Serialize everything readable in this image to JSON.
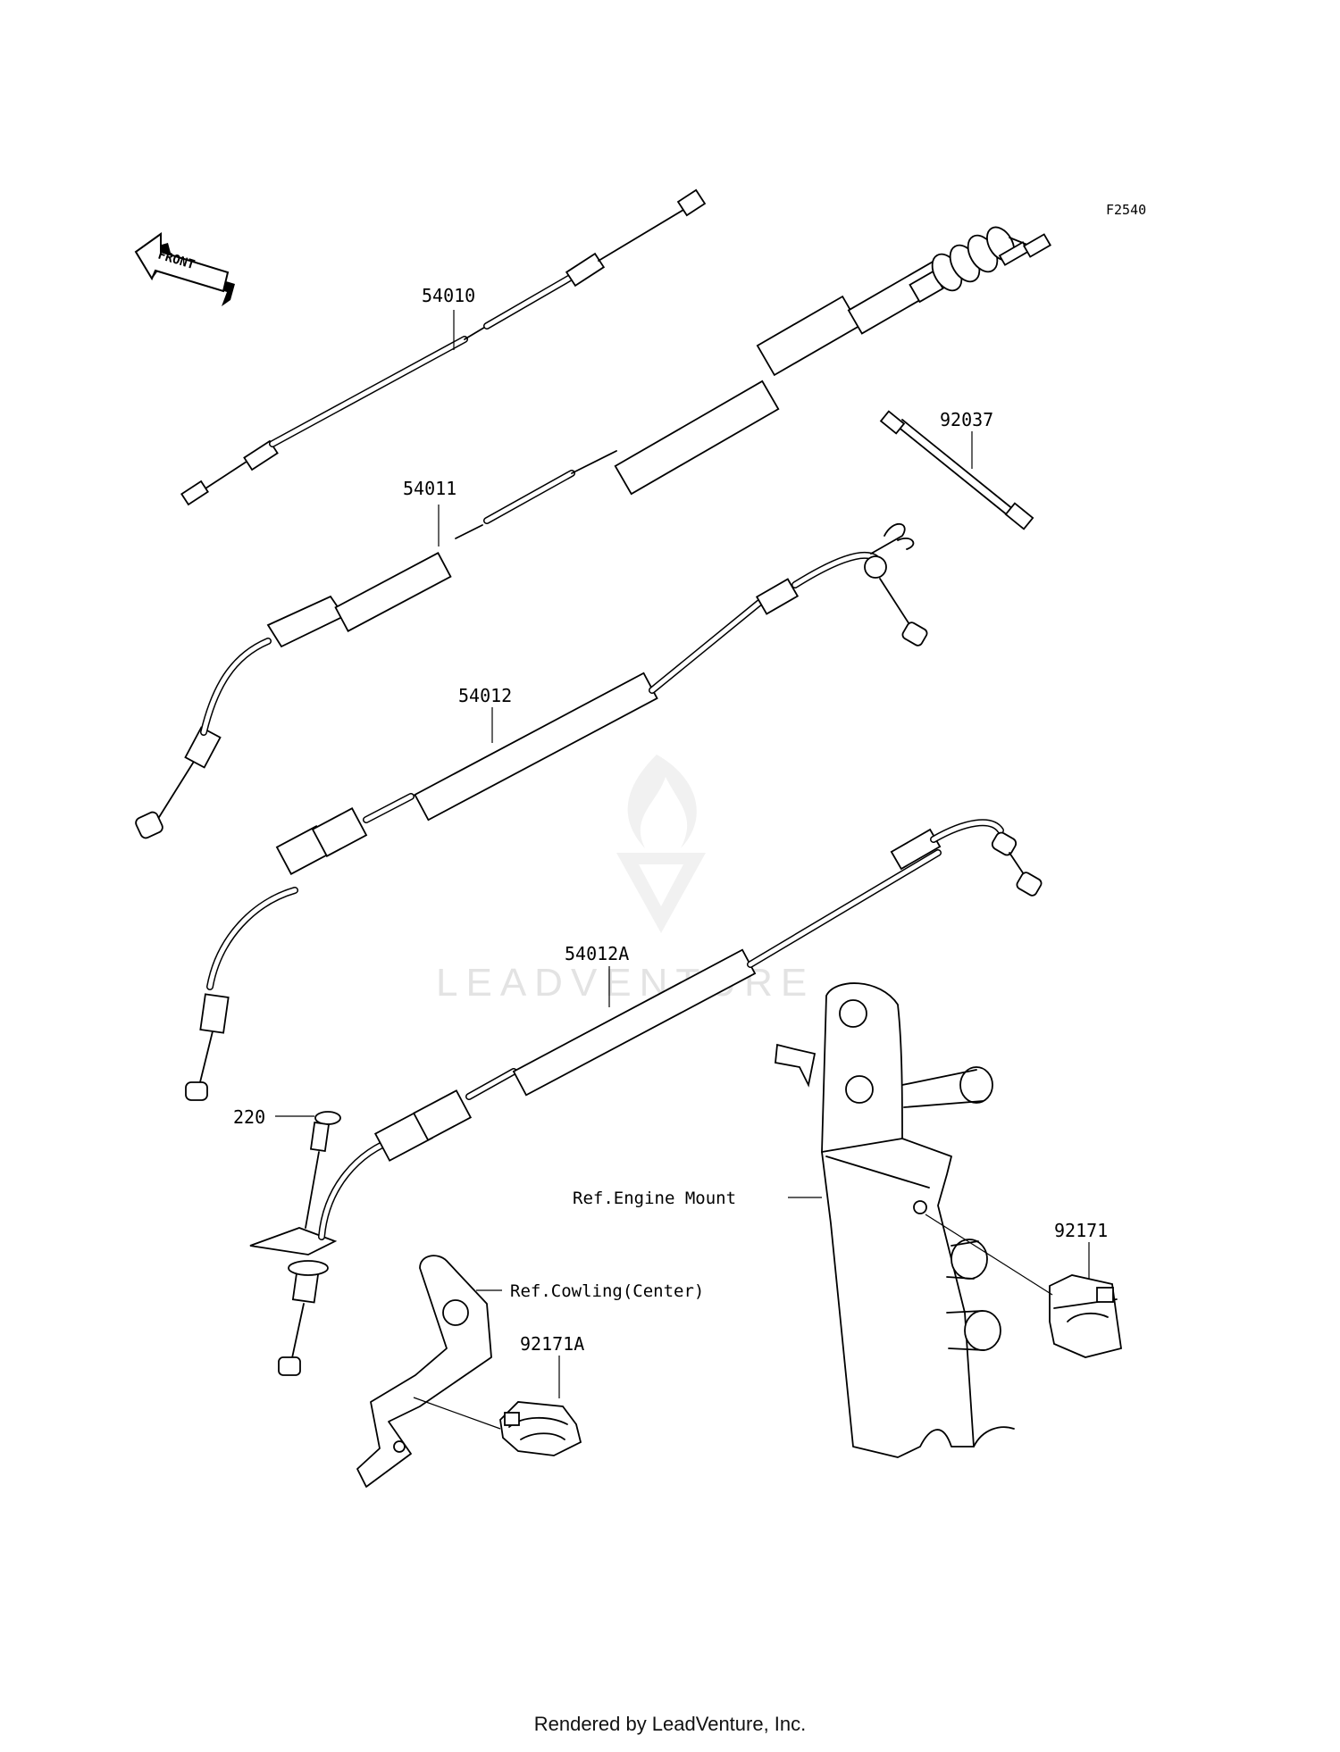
{
  "figure_id": "F2540",
  "front_arrow": {
    "label": "FRONT",
    "icon": "front-direction-arrow-icon"
  },
  "parts": {
    "p54010": "54010",
    "p54011": "54011",
    "p54012": "54012",
    "p54012A": "54012A",
    "p92037": "92037",
    "p220": "220",
    "p92171": "92171",
    "p92171A": "92171A"
  },
  "references": {
    "engine_mount": "Ref.Engine Mount",
    "cowling_center": "Ref.Cowling(Center)"
  },
  "watermark": {
    "text": "LEADVENTURE",
    "icon": "leadventure-logo-icon"
  },
  "footer": "Rendered by LeadVenture, Inc."
}
